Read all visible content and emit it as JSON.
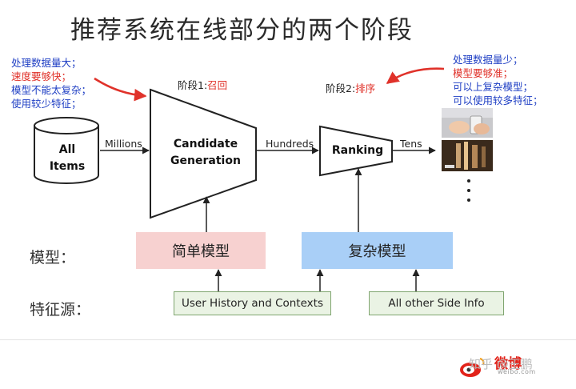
{
  "title": "推荐系统在线部分的两个阶段",
  "left_notes": [
    "处理数据量大；",
    "速度要够快；",
    "模型不能太复杂；",
    "使用较少特征；"
  ],
  "right_notes": [
    "处理数据量少；",
    "模型要够准；",
    "可以上复杂模型；",
    "可以使用较多特征；"
  ],
  "stage1": {
    "prefix": "阶段1:",
    "name": "召回"
  },
  "stage2": {
    "prefix": "阶段2:",
    "name": "排序"
  },
  "database": {
    "line1": "All",
    "line2": "Items"
  },
  "candidate": {
    "line1": "Candidate",
    "line2": "Generation"
  },
  "ranking": {
    "label": "Ranking"
  },
  "flows": {
    "millions": "Millions",
    "hundreds": "Hundreds",
    "tens": "Tens"
  },
  "rows": {
    "model": "模型：",
    "features": "特征源："
  },
  "models": {
    "simple": "简单模型",
    "complex": "复杂模型"
  },
  "features": {
    "user_history": "User History and Contexts",
    "side_info": "All other Side Info"
  },
  "footer": {
    "watermark": "知乎 @王鹏",
    "weibo": "微博",
    "weibo_domain": "weibo.com"
  },
  "colors": {
    "note_blue": "#1f3fc4",
    "note_red": "#e0322a",
    "simple_model_fill": "#f7d1d0",
    "complex_model_fill": "#a9cff7",
    "feature_fill": "#eaf3e4",
    "feature_border": "#7fa56f"
  },
  "icons": [
    "arrow-icon",
    "database-icon",
    "weibo-logo-icon"
  ]
}
